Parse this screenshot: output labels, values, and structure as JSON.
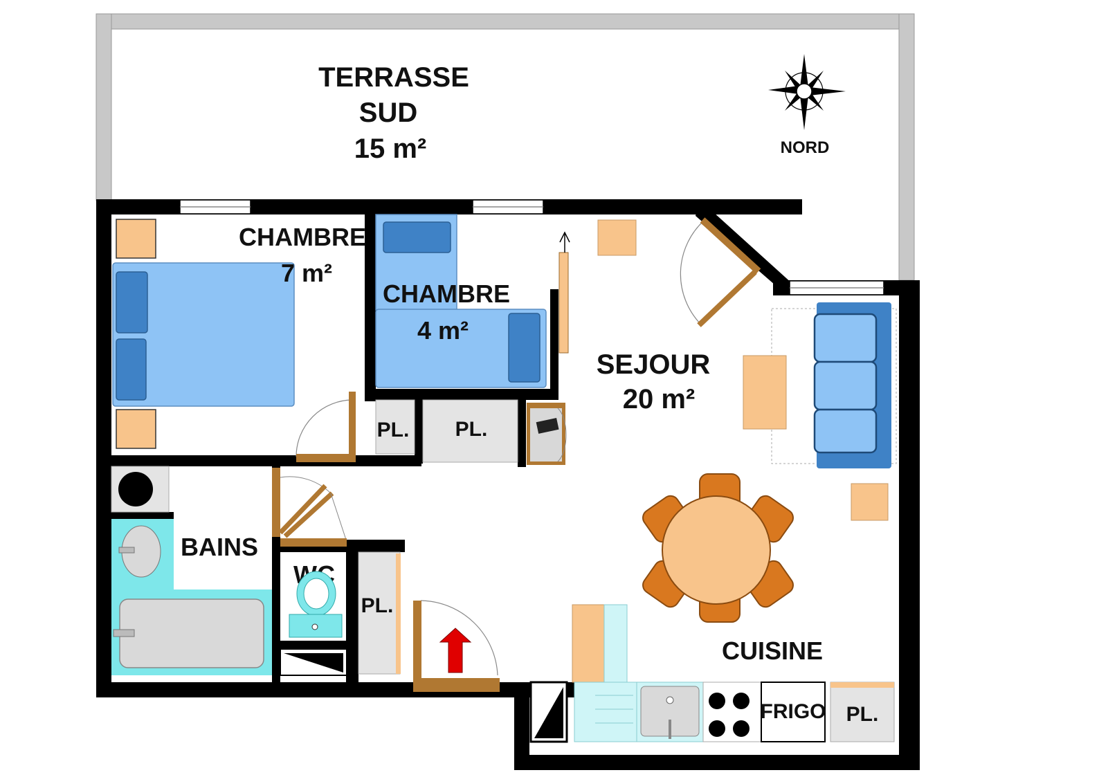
{
  "plan": {
    "rooms": {
      "terrace": {
        "line1": "TERRASSE",
        "line2": "SUD",
        "area": "15  m²"
      },
      "bedroom1": {
        "name": "CHAMBRE",
        "area": "7 m²"
      },
      "bedroom2": {
        "name": "CHAMBRE",
        "area": "4 m²"
      },
      "living": {
        "name": "SEJOUR",
        "area": "20  m²"
      },
      "bath": {
        "name": "BAINS"
      },
      "wc": {
        "name": "WC"
      },
      "kitchen": {
        "name": "CUISINE"
      }
    },
    "closets": {
      "pl1": "PL.",
      "pl2": "PL.",
      "pl3": "PL.",
      "pl4": "PL."
    },
    "fridge": "FRIGO",
    "compass": {
      "label": "NORD"
    }
  },
  "colors": {
    "wall": "#000000",
    "terrace_wall": "#c8c8c8",
    "bed": "#8ec3f5",
    "pillow": "#3f82c6",
    "furniture": "#f8c48b",
    "door": "#b07832",
    "bath_fixture": "#7ee7ea",
    "closet": "#e4e4e4",
    "chair": "#d9781f",
    "entry_arrow": "#e00000"
  }
}
